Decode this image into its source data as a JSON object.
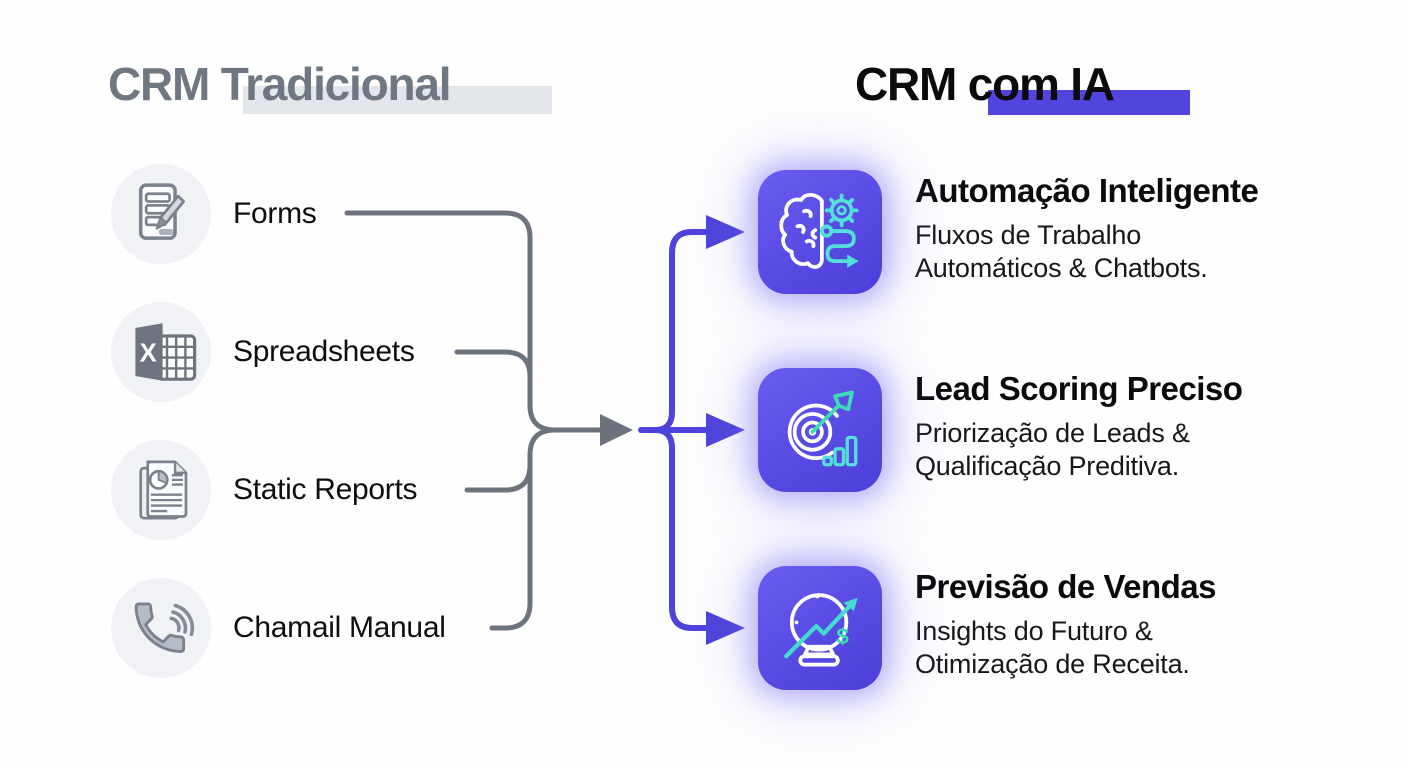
{
  "left_column": {
    "title": "CRM Tradicional",
    "items": [
      {
        "label": "Forms",
        "icon": "form-document-icon"
      },
      {
        "label": "Spreadsheets",
        "icon": "spreadsheet-icon"
      },
      {
        "label": "Static Reports",
        "icon": "report-pages-icon"
      },
      {
        "label": "Chamail Manual",
        "icon": "phone-handset-icon"
      }
    ]
  },
  "right_column": {
    "title": "CRM com IA",
    "items": [
      {
        "title": "Automação Inteligente",
        "subtitle_line1": "Fluxos de Trabalho",
        "subtitle_line2": "Automáticos & Chatbots.",
        "icon": "brain-automation-icon"
      },
      {
        "title": "Lead Scoring Preciso",
        "subtitle_line1": "Priorização de Leads &",
        "subtitle_line2": "Qualificação Preditiva.",
        "icon": "target-dart-icon"
      },
      {
        "title": "Previsão de Vendas",
        "subtitle_line1": "Insights do Futuro &",
        "subtitle_line2": "Otimização de Receita.",
        "icon": "crystal-ball-forecast-icon"
      }
    ]
  },
  "colors": {
    "accent_purple": "#4e43da",
    "purple_highlight": "#5145df",
    "tile_gradient_start": "#6a5df0",
    "tile_gradient_end": "#4c3ed9",
    "icon_cyan": "#52e0d8",
    "icon_teal": "#3bdcb6",
    "connector_gray": "#6d737d",
    "left_title_gray": "#6f7882",
    "left_highlight_gray": "#e3e6ea",
    "circle_bg": "#f1f2f5",
    "background": "#fefefe"
  }
}
